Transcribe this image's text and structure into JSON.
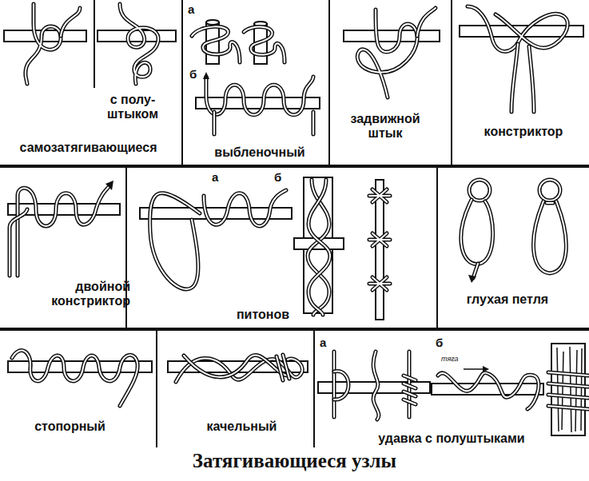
{
  "diagram": {
    "title": "Затягивающиеся узлы",
    "labels": [
      "с полу- штыком",
      "самозатягивающиеся",
      "а",
      "б",
      "выбленочный",
      "задвижной штык",
      "констриктор",
      "двойной констриктор",
      "а",
      "б",
      "питонов",
      "глухая петля",
      "стопорный",
      "качельный",
      "а",
      "б",
      "тяга",
      "удавка с полуштыками"
    ]
  }
}
